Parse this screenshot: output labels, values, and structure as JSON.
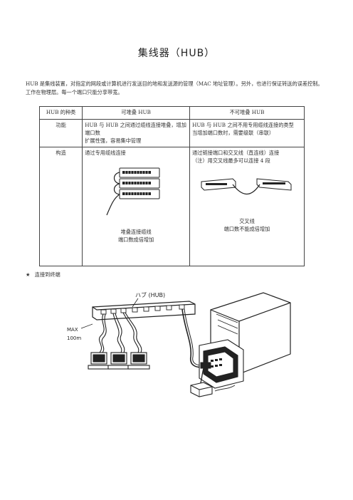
{
  "title": "集线器（HUB）",
  "intro": "HUB 是集线装置，对指定的网段或计算机进行发送目的地和发送源的管理（MAC 地址管理）。另外，也进行保证转送的误差控制。工作在物理层。每一个端口只能分享带宽。",
  "table": {
    "headers": [
      "HUB 的种类",
      "可堆叠 HUB",
      "不可堆叠 HUB"
    ],
    "rows": [
      {
        "label": "功能",
        "stack": [
          "HUB 与 HUB 之间通过缆线连接堆叠，增加端口数",
          "扩展性强，容易集中管理"
        ],
        "nonstack": [
          "HUB 与 HUB 之间不用专用缆线连接的类型",
          "当增加端口数时，需要级联（串联）"
        ]
      },
      {
        "label": "构造",
        "stack_text": "通过专用缆线连接",
        "stack_caption": [
          "堆叠连接缆线",
          "端口数成倍增加"
        ],
        "nonstack_text": [
          "通过链接端口和交叉线（直连线）连接",
          "（注）用交叉线最多可以连接 4 段"
        ],
        "nonstack_caption": [
          "交叉线",
          "端口数不能成倍增加"
        ]
      }
    ]
  },
  "bullet": {
    "icon": "star-icon",
    "text": "连接到终端"
  },
  "figure": {
    "hub_label": "ハブ (HUB)",
    "max_label": "MAX",
    "distance_label": "100m"
  }
}
